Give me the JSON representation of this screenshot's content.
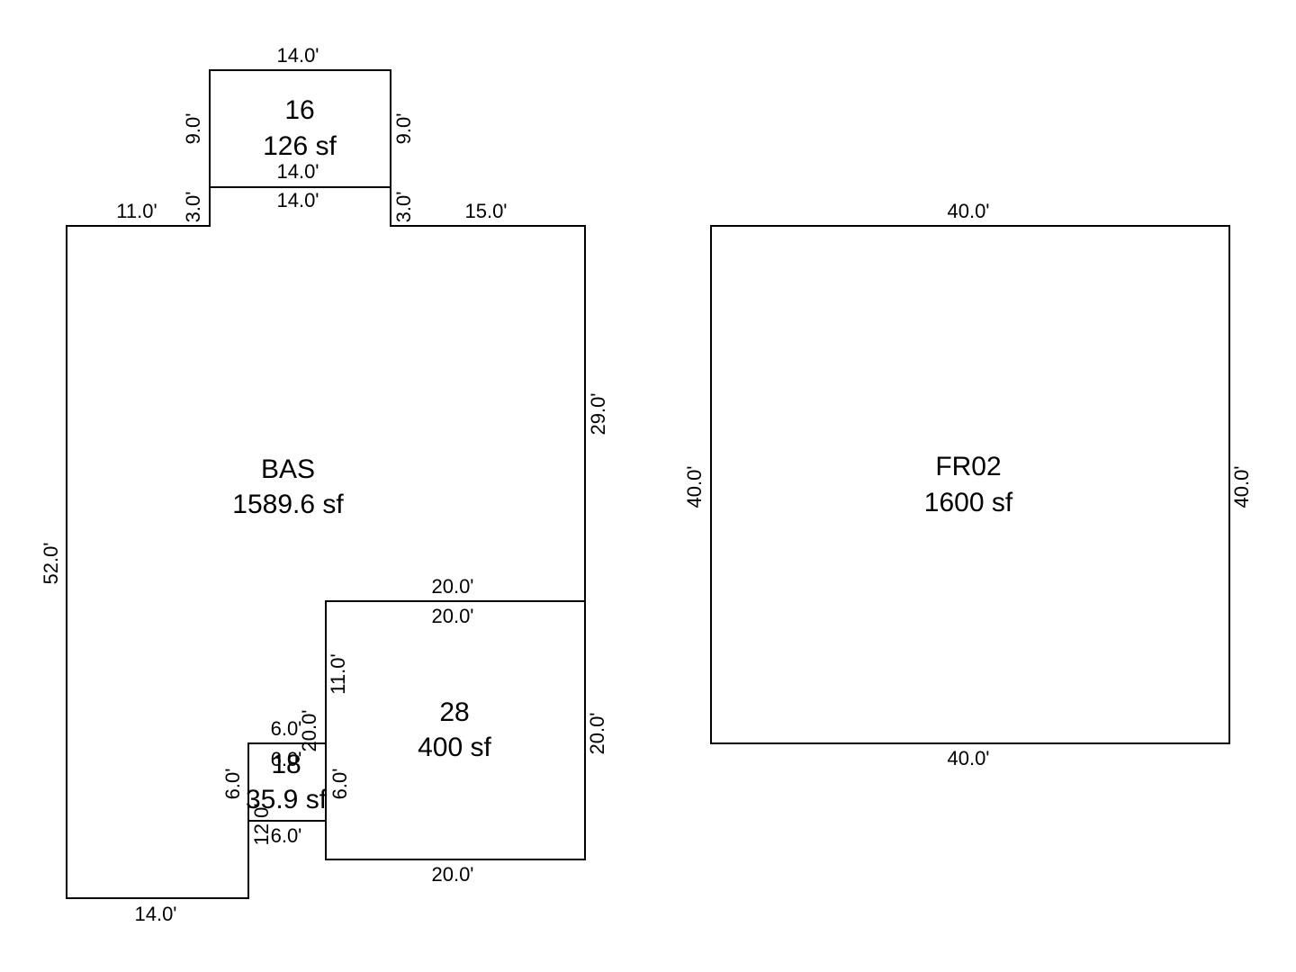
{
  "areas": [
    {
      "code": "16",
      "area": "126 sf"
    },
    {
      "code": "BAS",
      "area": "1589.6 sf"
    },
    {
      "code": "28",
      "area": "400 sf"
    },
    {
      "code": "18",
      "area": "35.9 sf"
    },
    {
      "code": "FR02",
      "area": "1600 sf"
    }
  ],
  "dimensions": {
    "a16_top": "14.0'",
    "a16_bottom": "14.0'",
    "a16_left": "9.0'",
    "a16_right": "9.0'",
    "bas_notch_bottom": "14.0'",
    "bas_top_left": "11.0'",
    "bas_step_left": "3.0'",
    "bas_step_right": "3.0'",
    "bas_top_right": "15.0'",
    "bas_right": "29.0'",
    "bas_left": "52.0'",
    "bas_bottom": "14.0'",
    "a28_top_outer": "20.0'",
    "a28_top_inner": "20.0'",
    "a28_left_upper": "11.0'",
    "a28_right": "20.0'",
    "a28_bottom": "20.0'",
    "a28_left": "20.0'",
    "a18_top": "6.0'",
    "a18_top_inner": "6.0'",
    "a18_left": "6.0'",
    "a18_right": "6.0'",
    "a18_bottom": "6.0'",
    "a18_small": "12.0'",
    "fr02_top": "40.0'",
    "fr02_left": "40.0'",
    "fr02_right": "40.0'",
    "fr02_bottom": "40.0'"
  }
}
